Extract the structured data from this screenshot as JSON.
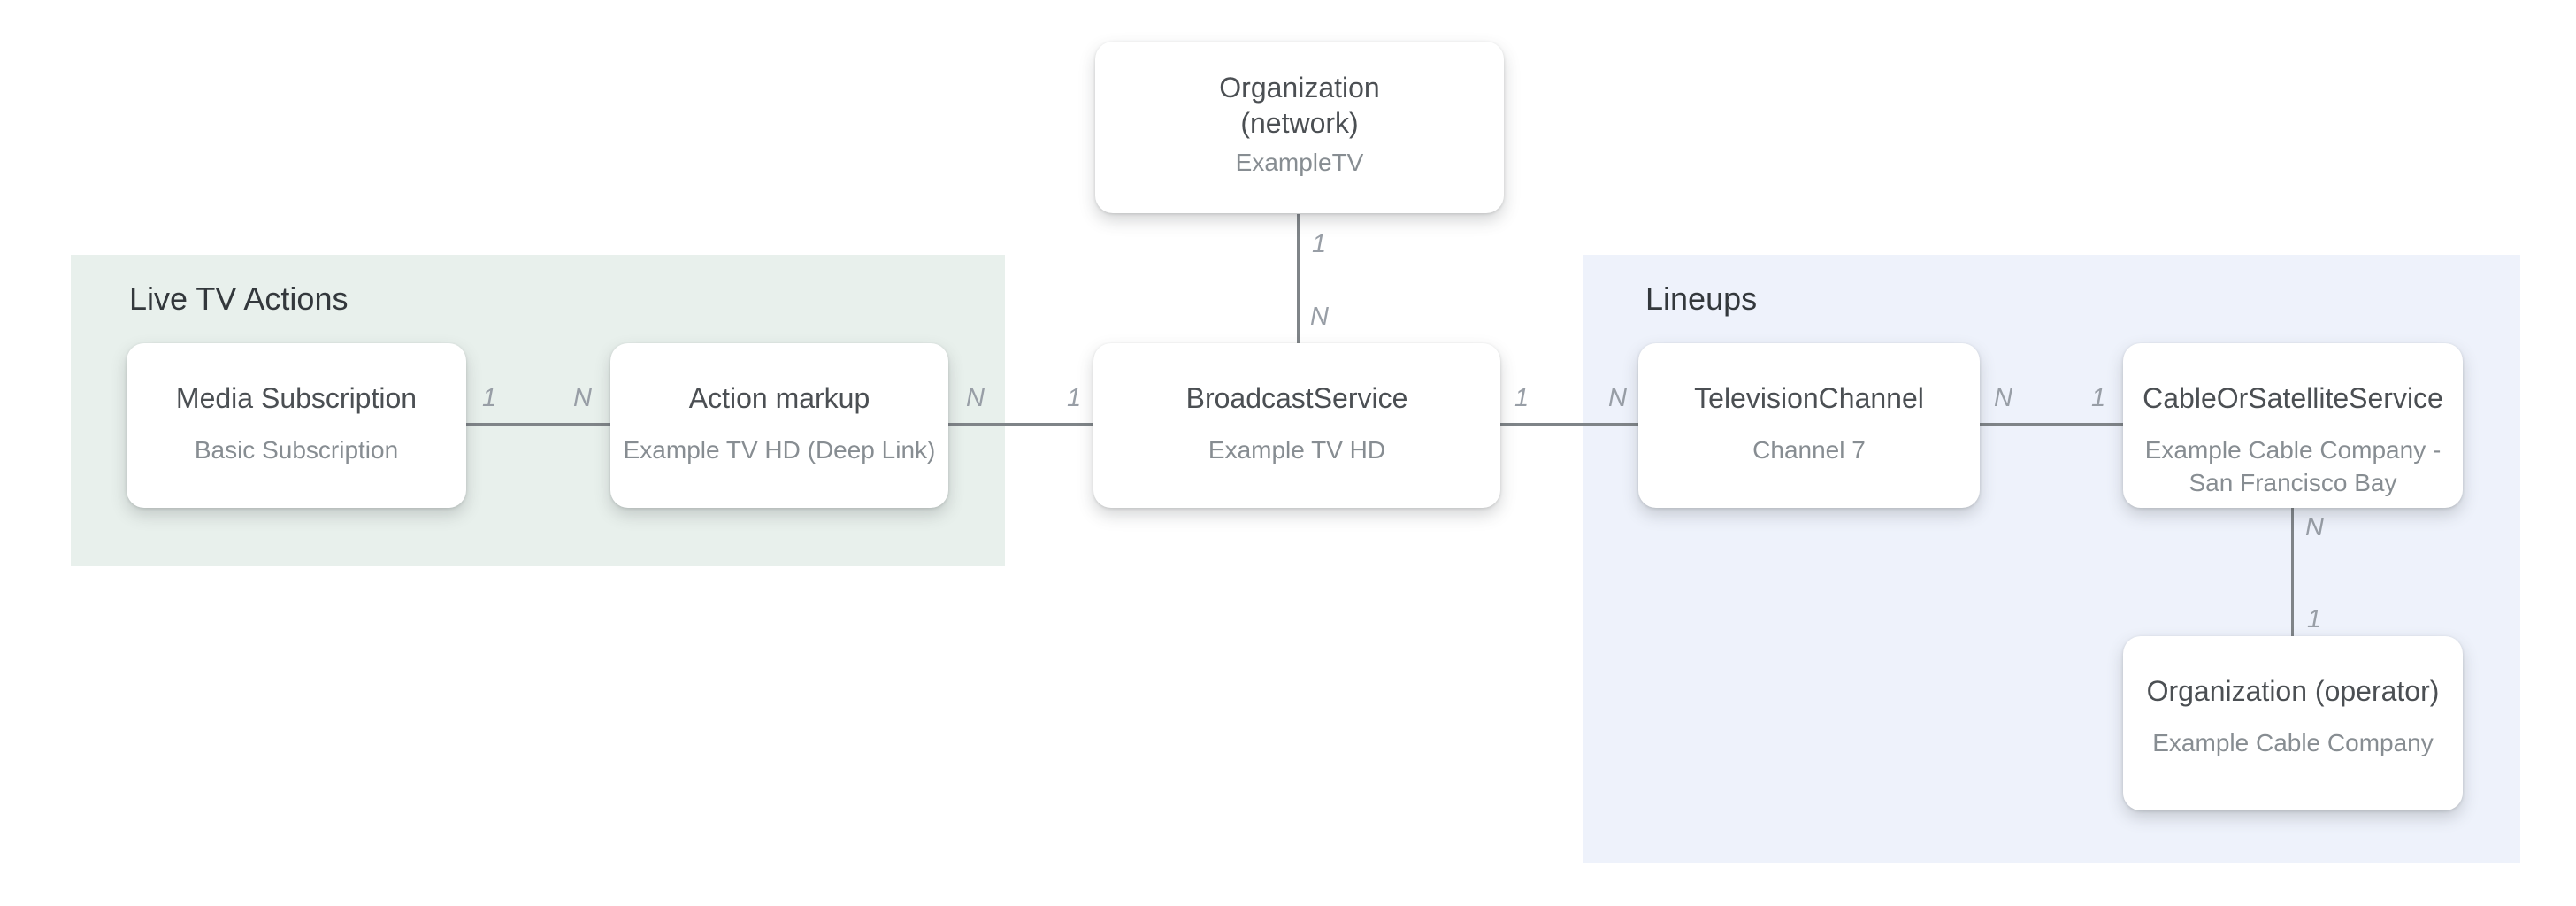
{
  "sections": [
    {
      "id": "live-tv-actions",
      "label": "Live TV Actions"
    },
    {
      "id": "lineups",
      "label": "Lineups"
    }
  ],
  "nodes": [
    {
      "id": "organization-network",
      "title_lines": [
        "Organization",
        "(network)"
      ],
      "subtitle_lines": [
        "ExampleTV"
      ]
    },
    {
      "id": "media-subscription",
      "title_lines": [
        "Media Subscription"
      ],
      "subtitle_lines": [
        "Basic Subscription"
      ]
    },
    {
      "id": "action-markup",
      "title_lines": [
        "Action markup"
      ],
      "subtitle_lines": [
        "Example TV HD (Deep Link)"
      ]
    },
    {
      "id": "broadcast-service",
      "title_lines": [
        "BroadcastService"
      ],
      "subtitle_lines": [
        "Example TV HD"
      ]
    },
    {
      "id": "television-channel",
      "title_lines": [
        "TelevisionChannel"
      ],
      "subtitle_lines": [
        "Channel 7"
      ]
    },
    {
      "id": "cable-or-satellite-service",
      "title_lines": [
        "CableOrSatelliteService"
      ],
      "subtitle_lines": [
        "Example Cable Company -",
        "San Francisco Bay"
      ]
    },
    {
      "id": "organization-operator",
      "title_lines": [
        "Organization (operator)"
      ],
      "subtitle_lines": [
        "Example Cable Company"
      ]
    }
  ],
  "relations": [
    {
      "from": "media-subscription",
      "to": "action-markup",
      "from_card": "1",
      "to_card": "N"
    },
    {
      "from": "action-markup",
      "to": "broadcast-service",
      "from_card": "N",
      "to_card": "1"
    },
    {
      "from": "broadcast-service",
      "to": "television-channel",
      "from_card": "1",
      "to_card": "N"
    },
    {
      "from": "television-channel",
      "to": "cable-or-satellite-service",
      "from_card": "N",
      "to_card": "1"
    },
    {
      "from": "organization-network",
      "to": "broadcast-service",
      "from_card": "1",
      "to_card": "N"
    },
    {
      "from": "cable-or-satellite-service",
      "to": "organization-operator",
      "from_card": "N",
      "to_card": "1"
    }
  ],
  "colors": {
    "page_bg": "#ffffff",
    "section_live_tv_bg": "#e8f0ec",
    "section_lineups_bg": "#eef2fb",
    "node_bg": "#ffffff",
    "node_title_text": "#4b4f53",
    "node_subtitle_text": "#878d92",
    "section_title_text": "#33383c",
    "connector_line": "#7f8488",
    "cardinality_text": "#989ea6"
  }
}
